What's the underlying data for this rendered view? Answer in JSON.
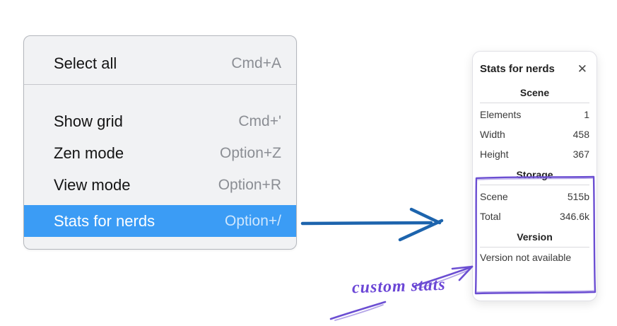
{
  "context_menu": {
    "items": [
      {
        "label": "Select all",
        "shortcut": "Cmd+A",
        "selected": false
      },
      {
        "label": "Show grid",
        "shortcut": "Cmd+'",
        "selected": false
      },
      {
        "label": "Zen mode",
        "shortcut": "Option+Z",
        "selected": false
      },
      {
        "label": "View mode",
        "shortcut": "Option+R",
        "selected": false
      },
      {
        "label": "Stats for nerds",
        "shortcut": "Option+/",
        "selected": true
      }
    ]
  },
  "stats_panel": {
    "title": "Stats for nerds",
    "close_icon": "✕",
    "sections": [
      {
        "heading": "Scene",
        "rows": [
          {
            "label": "Elements",
            "value": "1"
          },
          {
            "label": "Width",
            "value": "458"
          },
          {
            "label": "Height",
            "value": "367"
          }
        ]
      },
      {
        "heading": "Storage",
        "rows": [
          {
            "label": "Scene",
            "value": "515b"
          },
          {
            "label": "Total",
            "value": "346.6k"
          }
        ]
      },
      {
        "heading": "Version",
        "note": "Version not available"
      }
    ]
  },
  "annotation": {
    "label": "custom stats"
  },
  "colors": {
    "menu_highlight": "#3b9cf5",
    "straight_arrow": "#1d64ad",
    "annotation_purple": "#6b4ed2"
  }
}
